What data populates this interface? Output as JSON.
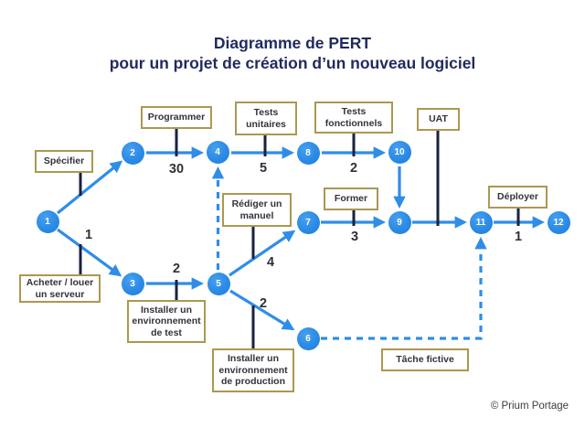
{
  "title": {
    "line1": "Diagramme de PERT",
    "line2": "pour un projet de création d’un nouveau logiciel"
  },
  "nodes": [
    "1",
    "2",
    "3",
    "4",
    "5",
    "6",
    "7",
    "8",
    "9",
    "10",
    "11",
    "12"
  ],
  "labels": {
    "specifier": "Spécifier",
    "programmer": "Programmer",
    "tests_unitaires": "Tests unitaires",
    "tests_fonctionnels": "Tests fonctionnels",
    "uat": "UAT",
    "rediger_manuel": "Rédiger un manuel",
    "former": "Former",
    "deployer": "Déployer",
    "acheter_serveur": "Acheter / louer un serveur",
    "installer_test": "Installer un environnement de test",
    "installer_prod": "Installer un environnement de production",
    "tache_fictive": "Tâche fictive"
  },
  "durations": [
    {
      "from": "1",
      "to": "3",
      "value": "1"
    },
    {
      "from": "2",
      "to": "4",
      "value": "30"
    },
    {
      "from": "4",
      "to": "8",
      "value": "5"
    },
    {
      "from": "8",
      "to": "10",
      "value": "2"
    },
    {
      "from": "3",
      "to": "5",
      "value": "2"
    },
    {
      "from": "5",
      "to": "7",
      "value": "4"
    },
    {
      "from": "7",
      "to": "9",
      "value": "3"
    },
    {
      "from": "5",
      "to": "6",
      "value": "2"
    },
    {
      "from": "11",
      "to": "12",
      "value": "1"
    }
  ],
  "colors": {
    "edge_blue": "#2f8de8",
    "box_gold": "#ab9851",
    "title_navy": "#1f2a5e",
    "connector_navy": "#18223f"
  },
  "footer": {
    "credit": "© Prium Portage"
  }
}
